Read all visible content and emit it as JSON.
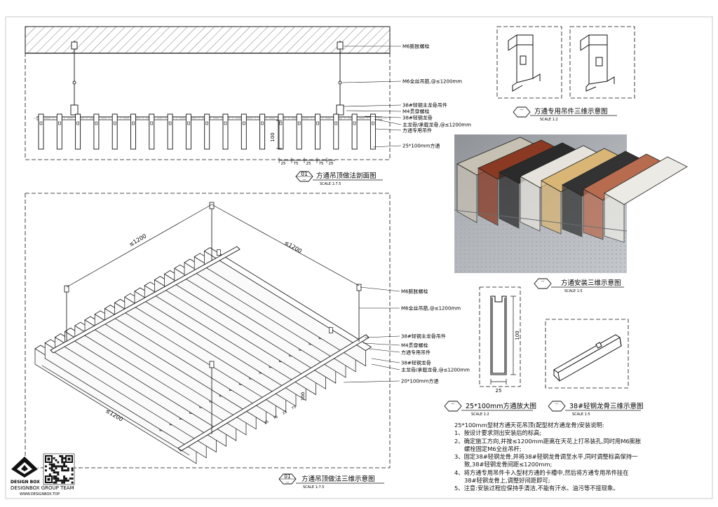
{
  "section": {
    "labels": [
      "M6膨胀螺栓",
      "M6全丝吊筋,@≤1200mm",
      "38#轻钢主龙骨吊件",
      "M4贯穿螺栓",
      "38#轻钢龙骨",
      "主龙骨/承载龙骨,@≤1200mm",
      "方通专用吊件",
      "25*100mm方通"
    ],
    "dim_height": "100",
    "dim_spacings": [
      "25",
      "75",
      "25",
      "75",
      "25"
    ],
    "title_no": "01",
    "title": "方通吊顶做法剖面图",
    "title_mark": "—",
    "scale": "SCALE 1:7.5"
  },
  "hanger": {
    "title_mark": "—",
    "title": "方通专用吊件三维示意图",
    "scale": "SCALE 1:2"
  },
  "photo": {
    "title_mark": "—",
    "title": "方通安装三维示意图",
    "scale": "SCALE 1:5",
    "colors": [
      "#c7c1b3",
      "#8a3a22",
      "#2b2b2b",
      "#e6e3dc",
      "#d9b676",
      "#333333",
      "#b76b4f",
      "#ebeae4"
    ]
  },
  "iso": {
    "labels": [
      "M6膨胀螺栓",
      "M6全丝吊筋,@≤1200mm",
      "38#轻钢主龙骨吊件",
      "M4贯穿螺栓",
      "方通专用吊件",
      "38#轻钢龙骨",
      "主龙骨/承载龙骨,@≤1200mm",
      "20*100mm方通"
    ],
    "dim_top_left": "≤1200",
    "dim_top_right": "≤1200",
    "dim_bottom": "≤1200",
    "dim_height": "100",
    "dim_spacings": [
      "25",
      "75",
      "25",
      "75"
    ],
    "title_no": "01",
    "title": "方通吊顶做法三维示意图",
    "title_mark": "—",
    "scale": "SCALE 1:7.5"
  },
  "detail": {
    "dim_height": "100",
    "dim_width": "25",
    "title_mark": "—",
    "title": "25*100mm方通放大图",
    "scale": "SCALE 1:2"
  },
  "keel": {
    "title_mark": "—",
    "title": "38#轻钢龙骨三维示意图",
    "scale": "SCALE 1:5"
  },
  "notes": {
    "heading": "25*100mm型材方通天花吊顶(配型材方通龙骨)安装说明:",
    "lines": [
      "1、按设计要求测出安装后的标高;",
      "2、确定施工方向,并按≤1200mm距离在天花上打吊装孔,同时用M6膨胀",
      "螺栓固定M6全丝吊杆;",
      "3、固定38#轻钢龙骨,并将38#轻钢龙骨调至水平,同时调整标高保持一",
      "致,38#轻钢龙骨间距≤1200mm;",
      "4、将方通专用吊件卡入型材方通的卡槽中,然后将方通专用吊件挂在",
      "38#轻钢龙骨上,调整好间距即可;",
      "5、注意:安装过程应保持手清洁,不能有汗水、油污等不接现象。"
    ]
  },
  "logo": {
    "brand": "DESIGN BOX",
    "team": "DESIGNBOX GROUP TEAM",
    "url": "WWW.DESIGNBOX.TOP"
  }
}
